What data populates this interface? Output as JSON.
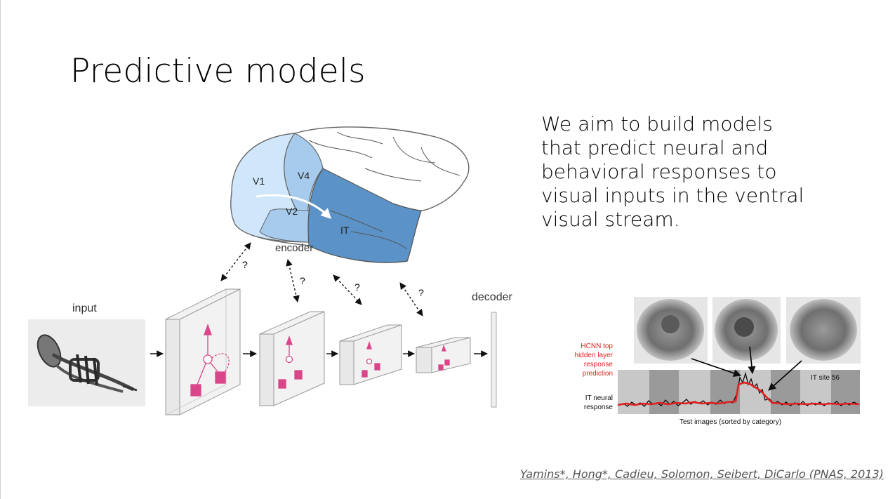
{
  "slide": {
    "title": "Predictive models",
    "body_lines": [
      "We aim to build models",
      "that predict neural and",
      "behavioral responses to",
      "visual inputs in the ventral",
      "visual stream."
    ],
    "citation": "Yamins*, Hong*, Cadieu, Solomon, Seibert, DiCarlo (PNAS, 2013)"
  },
  "diagram": {
    "input_label": "input",
    "encoder_label": "encoder",
    "decoder_label": "decoder",
    "area_labels": [
      "V1",
      "V4",
      "V2",
      "IT"
    ],
    "question_mark": "?"
  },
  "inset": {
    "prediction_label": [
      "HCNN top",
      "hidden layer",
      "response",
      "prediction"
    ],
    "neural_label": [
      "IT neural",
      "response"
    ],
    "site_label": "IT site 56",
    "x_label": "Test images (sorted by category)"
  },
  "colors": {
    "v1": "#cfe6fb",
    "v2v4": "#a6cbed",
    "it": "#5b93c8",
    "pink": "#d9478a",
    "prediction_red": "#e02020"
  }
}
